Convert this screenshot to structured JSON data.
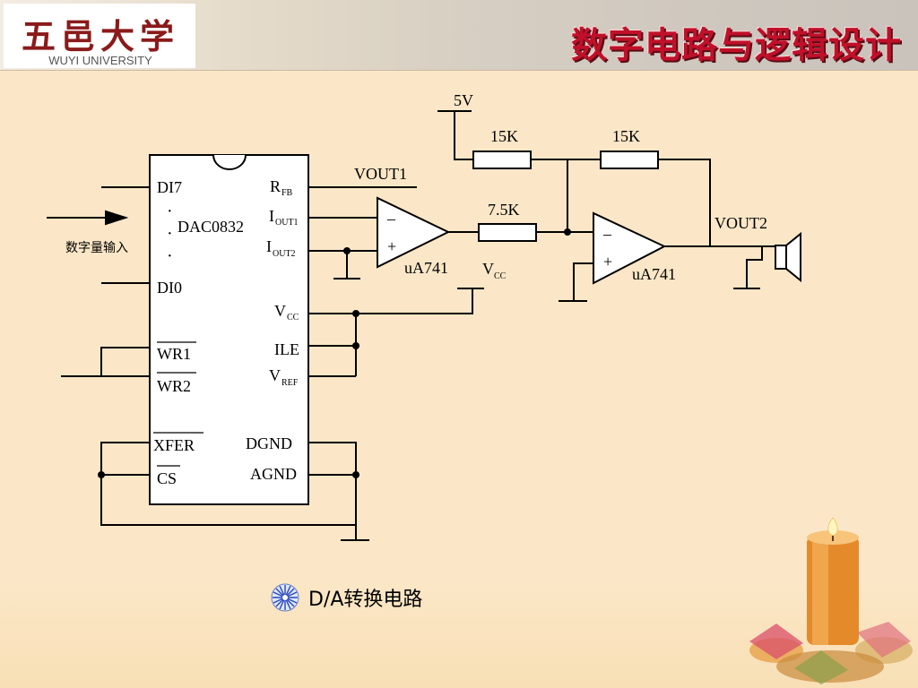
{
  "header": {
    "logo_cn": "五邑大学",
    "logo_en": "WUYI UNIVERSITY",
    "title": "数字电路与逻辑设计"
  },
  "diagram": {
    "chip": {
      "name": "DAC0832",
      "left_pins": {
        "di7": "DI7",
        "dots": [
          "·",
          "·",
          "·"
        ],
        "di0": "DI0",
        "wr1": "WR1",
        "wr2": "WR2",
        "xfer": "XFER",
        "cs": "CS"
      },
      "right_pins": {
        "rfb_main": "R",
        "rfb_sub": "FB",
        "iout1_main": "I",
        "iout1_sub": "OUT1",
        "iout2_main": "I",
        "iout2_sub": "OUT2",
        "vcc_main": "V",
        "vcc_sub": "CC",
        "ile": "ILE",
        "vref_main": "V",
        "vref_sub": "REF",
        "dgnd": "DGND",
        "agnd": "AGND"
      }
    },
    "input_label": "数字量输入",
    "vout1": "VOUT1",
    "vout2": "VOUT2",
    "supply": "5V",
    "resistors": {
      "r1": "15K",
      "r2": "15K",
      "r3": "7.5K"
    },
    "opamp1": {
      "name": "uA741",
      "minus": "–",
      "plus": "+"
    },
    "opamp2": {
      "name": "uA741",
      "minus": "–",
      "plus": "+"
    },
    "vcc_label_main": "V",
    "vcc_label_sub": "CC"
  },
  "caption": "D/A转换电路"
}
